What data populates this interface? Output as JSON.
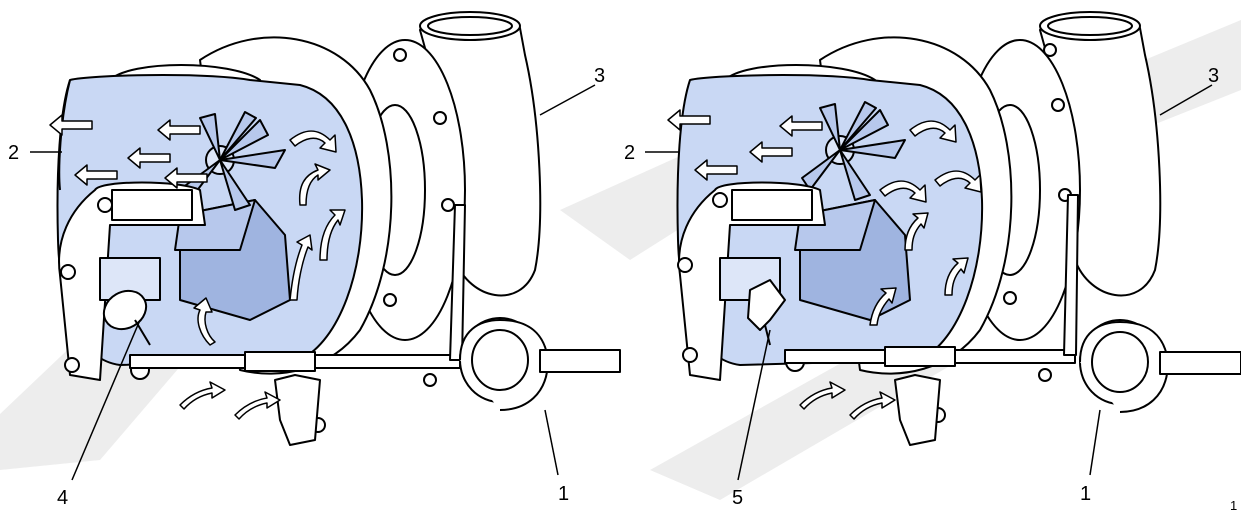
{
  "left_diagram": {
    "callouts": {
      "wastegate_actuator": "1",
      "compressor_housing": "2",
      "turbine_inlet": "3",
      "valve_open": "4"
    }
  },
  "right_diagram": {
    "callouts": {
      "wastegate_actuator": "1",
      "compressor_housing": "2",
      "turbine_inlet": "3",
      "valve_closed": "5"
    }
  },
  "page_number": "1",
  "colors": {
    "line": "#000000",
    "cutaway_fill": "#c9d8f4",
    "cutaway_dark": "#9fb4e0",
    "watermark": "#ececec",
    "arrow_fill": "#ffffff"
  }
}
